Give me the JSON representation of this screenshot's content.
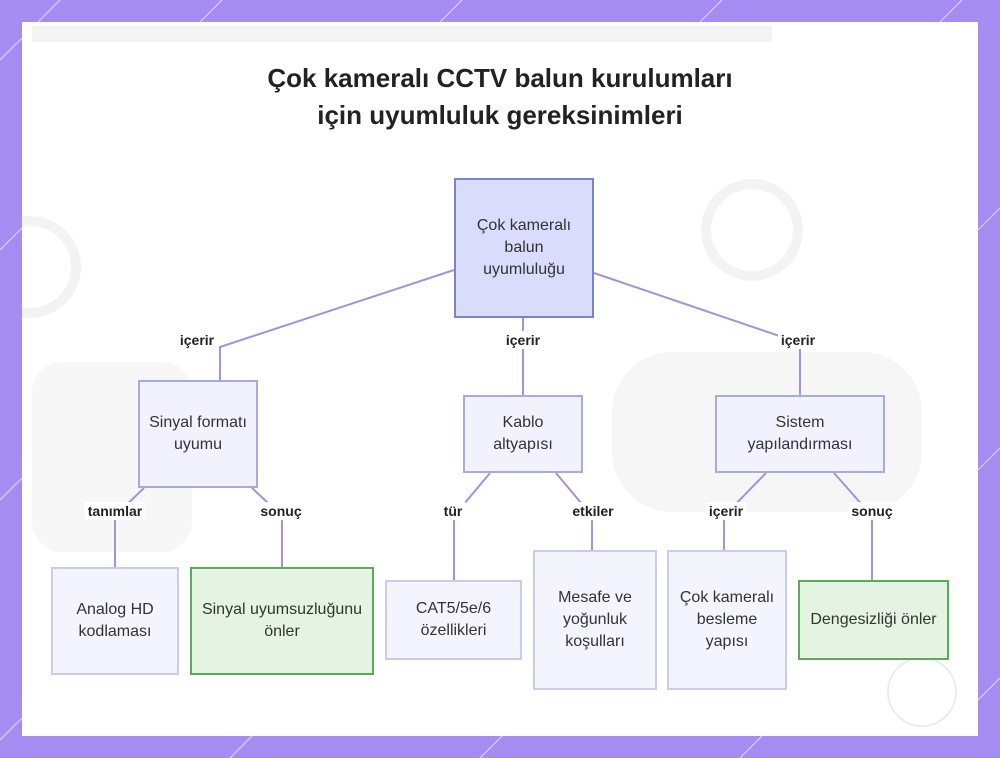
{
  "title_lines": [
    "Çok kameralı CCTV balun kurulumları",
    "için uyumluluk gereksinimleri"
  ],
  "nodes": {
    "root": "Çok kameralı balun uyumluluğu",
    "signal": "Sinyal formatı uyumu",
    "cable": "Kablo altyapısı",
    "system": "Sistem yapılandırması",
    "analog": "Analog HD kodlaması",
    "prevent_mismatch": "Sinyal uyumsuzluğunu önler",
    "cat": "CAT5/5e/6 özellikleri",
    "distance": "Mesafe ve yoğunluk koşulları",
    "power": "Çok kameralı besleme yapısı",
    "prevent_imbalance": "Dengesizliği önler"
  },
  "edge_labels": {
    "root_signal": "içerir",
    "root_cable": "içerir",
    "root_system": "içerir",
    "signal_analog": "tanımlar",
    "signal_result": "sonuç",
    "cable_cat": "tür",
    "cable_distance": "etkiler",
    "system_power": "içerir",
    "system_result": "sonuç"
  },
  "colors": {
    "frame": "#a48cf0",
    "edge": "#a990d8",
    "root_fill": "#d9dcfb",
    "node_fill": "#f1f2fd",
    "result_fill": "#e5f4e2",
    "result_border": "#5aad58"
  }
}
